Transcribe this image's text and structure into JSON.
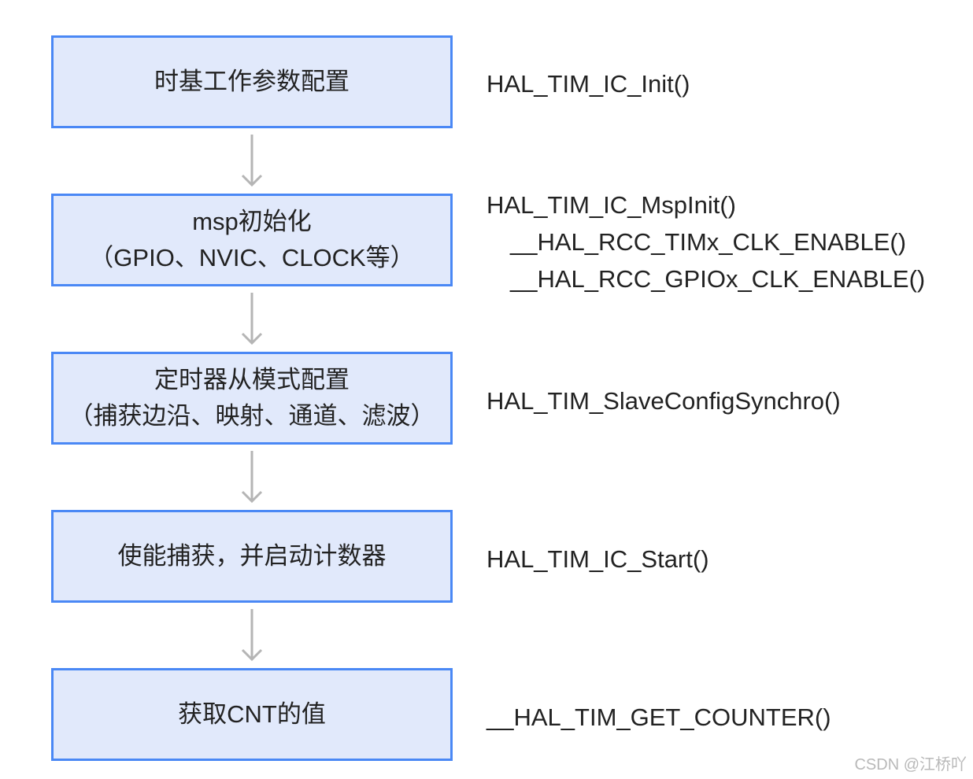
{
  "colors": {
    "box_fill": "#e1e9fb",
    "box_border": "#4a88f5",
    "arrow": "#b5b5b5",
    "text": "#222222",
    "watermark": "#b9b9b9"
  },
  "steps": [
    {
      "lines": [
        "时基工作参数配置"
      ],
      "api": [
        "HAL_TIM_IC_Init()"
      ]
    },
    {
      "lines": [
        "msp初始化",
        "（GPIO、NVIC、CLOCK等）"
      ],
      "api": [
        "HAL_TIM_IC_MspInit()",
        "__HAL_RCC_TIMx_CLK_ENABLE()",
        "__HAL_RCC_GPIOx_CLK_ENABLE()"
      ]
    },
    {
      "lines": [
        "定时器从模式配置",
        "（捕获边沿、映射、通道、滤波）"
      ],
      "api": [
        "HAL_TIM_SlaveConfigSynchro()"
      ]
    },
    {
      "lines": [
        "使能捕获，并启动计数器"
      ],
      "api": [
        "HAL_TIM_IC_Start()"
      ]
    },
    {
      "lines": [
        "获取CNT的值"
      ],
      "api": [
        "__HAL_TIM_GET_COUNTER()"
      ]
    }
  ],
  "watermark": "CSDN @江桥吖"
}
